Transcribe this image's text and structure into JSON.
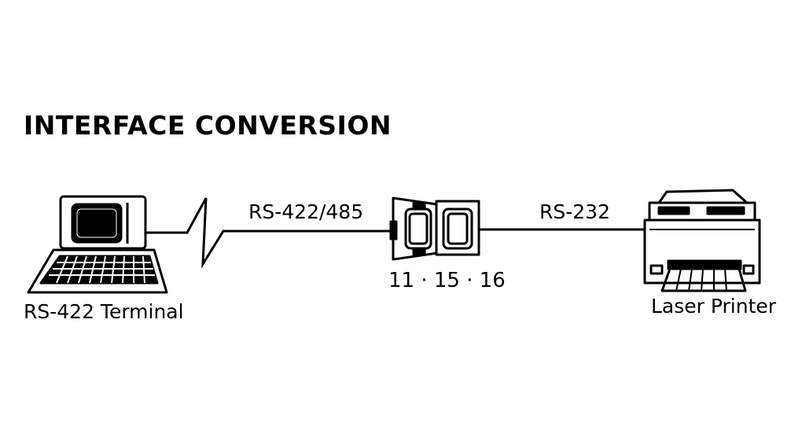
{
  "title": "INTERFACE CONVERSION",
  "nodes": {
    "terminal": {
      "label": "RS-422 Terminal",
      "icon": "computer-terminal-icon"
    },
    "converter": {
      "label": "11 · 15 · 16",
      "icon": "interface-converter-icon"
    },
    "printer": {
      "label": "Laser Printer",
      "icon": "laser-printer-icon"
    }
  },
  "links": {
    "terminal_to_converter": {
      "label": "RS-422/485"
    },
    "converter_to_printer": {
      "label": "RS-232"
    }
  },
  "colors": {
    "ink": "#000000",
    "paper": "#ffffff"
  }
}
